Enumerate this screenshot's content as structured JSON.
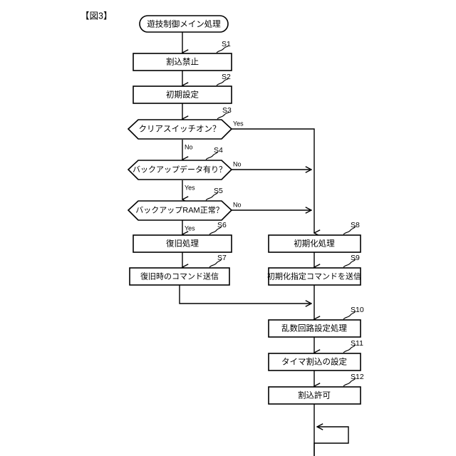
{
  "figure": {
    "title": "【図3】",
    "background_color": "#ffffff",
    "line_color": "#000000",
    "type": "flowchart"
  },
  "nodes": [
    {
      "id": "start",
      "shape": "terminator",
      "label": "遊技制御メイン処理",
      "step": ""
    },
    {
      "id": "s1",
      "shape": "process",
      "label": "割込禁止",
      "step": "S1"
    },
    {
      "id": "s2",
      "shape": "process",
      "label": "初期設定",
      "step": "S2"
    },
    {
      "id": "s3",
      "shape": "decision",
      "label": "クリアスイッチオン？",
      "step": "S3"
    },
    {
      "id": "s4",
      "shape": "decision",
      "label": "バックアップデータ有り？",
      "step": "S4"
    },
    {
      "id": "s5",
      "shape": "decision",
      "label": "バックアップRAM正常？",
      "step": "S5"
    },
    {
      "id": "s6",
      "shape": "process",
      "label": "復旧処理",
      "step": "S6"
    },
    {
      "id": "s7",
      "shape": "process",
      "label": "復旧時のコマンド送信",
      "step": "S7"
    },
    {
      "id": "s8",
      "shape": "process",
      "label": "初期化処理",
      "step": "S8"
    },
    {
      "id": "s9",
      "shape": "process",
      "label": "初期化指定コマンドを送信",
      "step": "S9"
    },
    {
      "id": "s10",
      "shape": "process",
      "label": "乱数回路設定処理",
      "step": "S10"
    },
    {
      "id": "s11",
      "shape": "process",
      "label": "タイマ割込の設定",
      "step": "S11"
    },
    {
      "id": "s12",
      "shape": "process",
      "label": "割込許可",
      "step": "S12"
    }
  ],
  "branch_labels": {
    "s3_yes": "Yes",
    "s3_no": "No",
    "s4_no": "No",
    "s4_yes": "Yes",
    "s5_no": "No",
    "s5_yes": "Yes"
  },
  "edges": [
    {
      "from": "start",
      "to": "s1",
      "label": ""
    },
    {
      "from": "s1",
      "to": "s2",
      "label": ""
    },
    {
      "from": "s2",
      "to": "s3",
      "label": ""
    },
    {
      "from": "s3",
      "to": "s4",
      "label": "No"
    },
    {
      "from": "s3",
      "to": "s8",
      "label": "Yes"
    },
    {
      "from": "s4",
      "to": "s5",
      "label": "Yes"
    },
    {
      "from": "s4",
      "to": "s8",
      "label": "No"
    },
    {
      "from": "s5",
      "to": "s6",
      "label": "Yes"
    },
    {
      "from": "s5",
      "to": "s8",
      "label": "No"
    },
    {
      "from": "s6",
      "to": "s7",
      "label": ""
    },
    {
      "from": "s7",
      "to": "s10",
      "label": ""
    },
    {
      "from": "s8",
      "to": "s9",
      "label": ""
    },
    {
      "from": "s9",
      "to": "s10",
      "label": ""
    },
    {
      "from": "s10",
      "to": "s11",
      "label": ""
    },
    {
      "from": "s11",
      "to": "s12",
      "label": ""
    },
    {
      "from": "s12",
      "to": "loop",
      "label": ""
    }
  ]
}
